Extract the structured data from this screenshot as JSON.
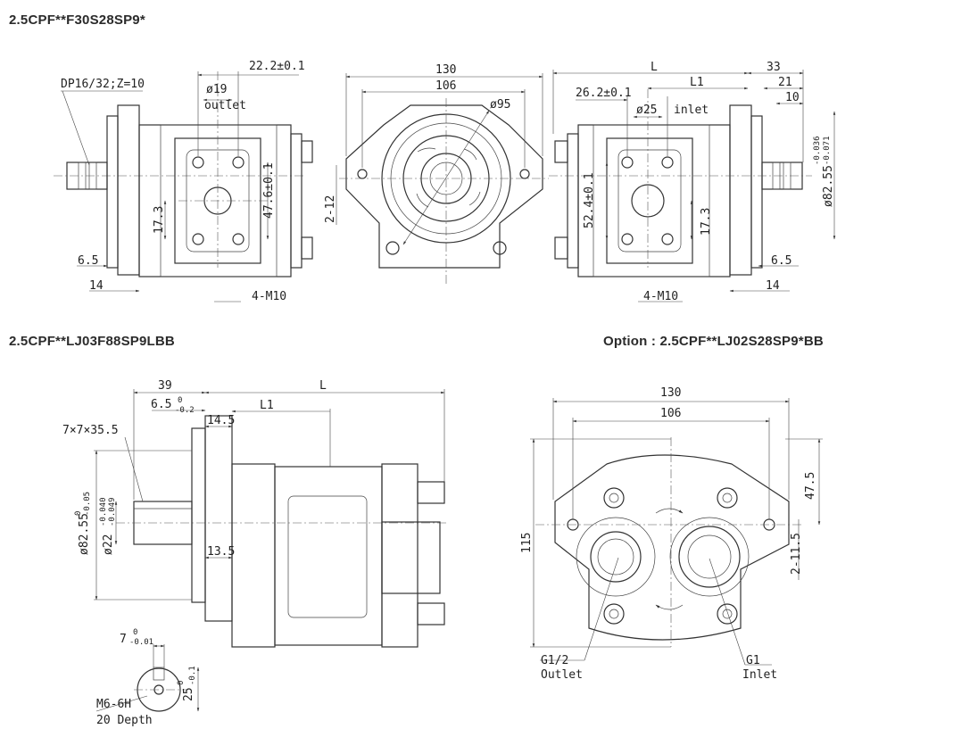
{
  "titles": {
    "view1": "2.5CPF**F30S28SP9*",
    "view2": "2.5CPF**LJ03F88SP9LBB",
    "view3": "Option : 2.5CPF**LJ02S28SP9*BB"
  },
  "dims": {
    "spline": "DP16/32;Z=10",
    "d19": "ø19",
    "outlet_lbl": "outlet",
    "d222": "22.2±0.1",
    "d476": "47.6±0.1",
    "d173a": "17.3",
    "d65a": "6.5",
    "d14a": "14",
    "m10a": "4-M10",
    "d130a": "130",
    "d106a": "106",
    "d95": "ø95",
    "d212a": "2-12",
    "dL": "L",
    "d33": "33",
    "dL1": "L1",
    "d21": "21",
    "d10": "10",
    "d262": "26.2±0.1",
    "d25": "ø25",
    "inlet_lbl": "inlet",
    "d524": "52.4±0.1",
    "d173b": "17.3",
    "d8255a": "ø82.55",
    "tol8255a_u": "-0.036",
    "tol8255a_l": "-0.071",
    "d65b": "6.5",
    "d14b": "14",
    "m10b": "4-M10",
    "d39": "39",
    "d65c": "6.5",
    "tol65c_u": "0",
    "tol65c_l": "-0.2",
    "dL_b": "L",
    "d145": "14.5",
    "dL1_b": "L1",
    "key": "7×7×35.5",
    "d8255b": "ø82.55",
    "tol8255b_u": "0",
    "tol8255b_l": "-0.05",
    "d22": "ø22",
    "tol22_u": "-0.040",
    "tol22_l": "-0.049",
    "d135": "13.5",
    "d7": "7",
    "tol7_u": "0",
    "tol7_l": "-0.01",
    "d25b": "25",
    "tol25b_u": "0",
    "tol25b_l": "-0.1",
    "m6": "M6-6H",
    "depth": "20 Depth",
    "d130b": "130",
    "d106b": "106",
    "d115": "115",
    "d475": "47.5",
    "d2115": "2-11.5",
    "g12": "G1/2",
    "outlet2": "Outlet",
    "g1": "G1",
    "inlet2": "Inlet"
  }
}
